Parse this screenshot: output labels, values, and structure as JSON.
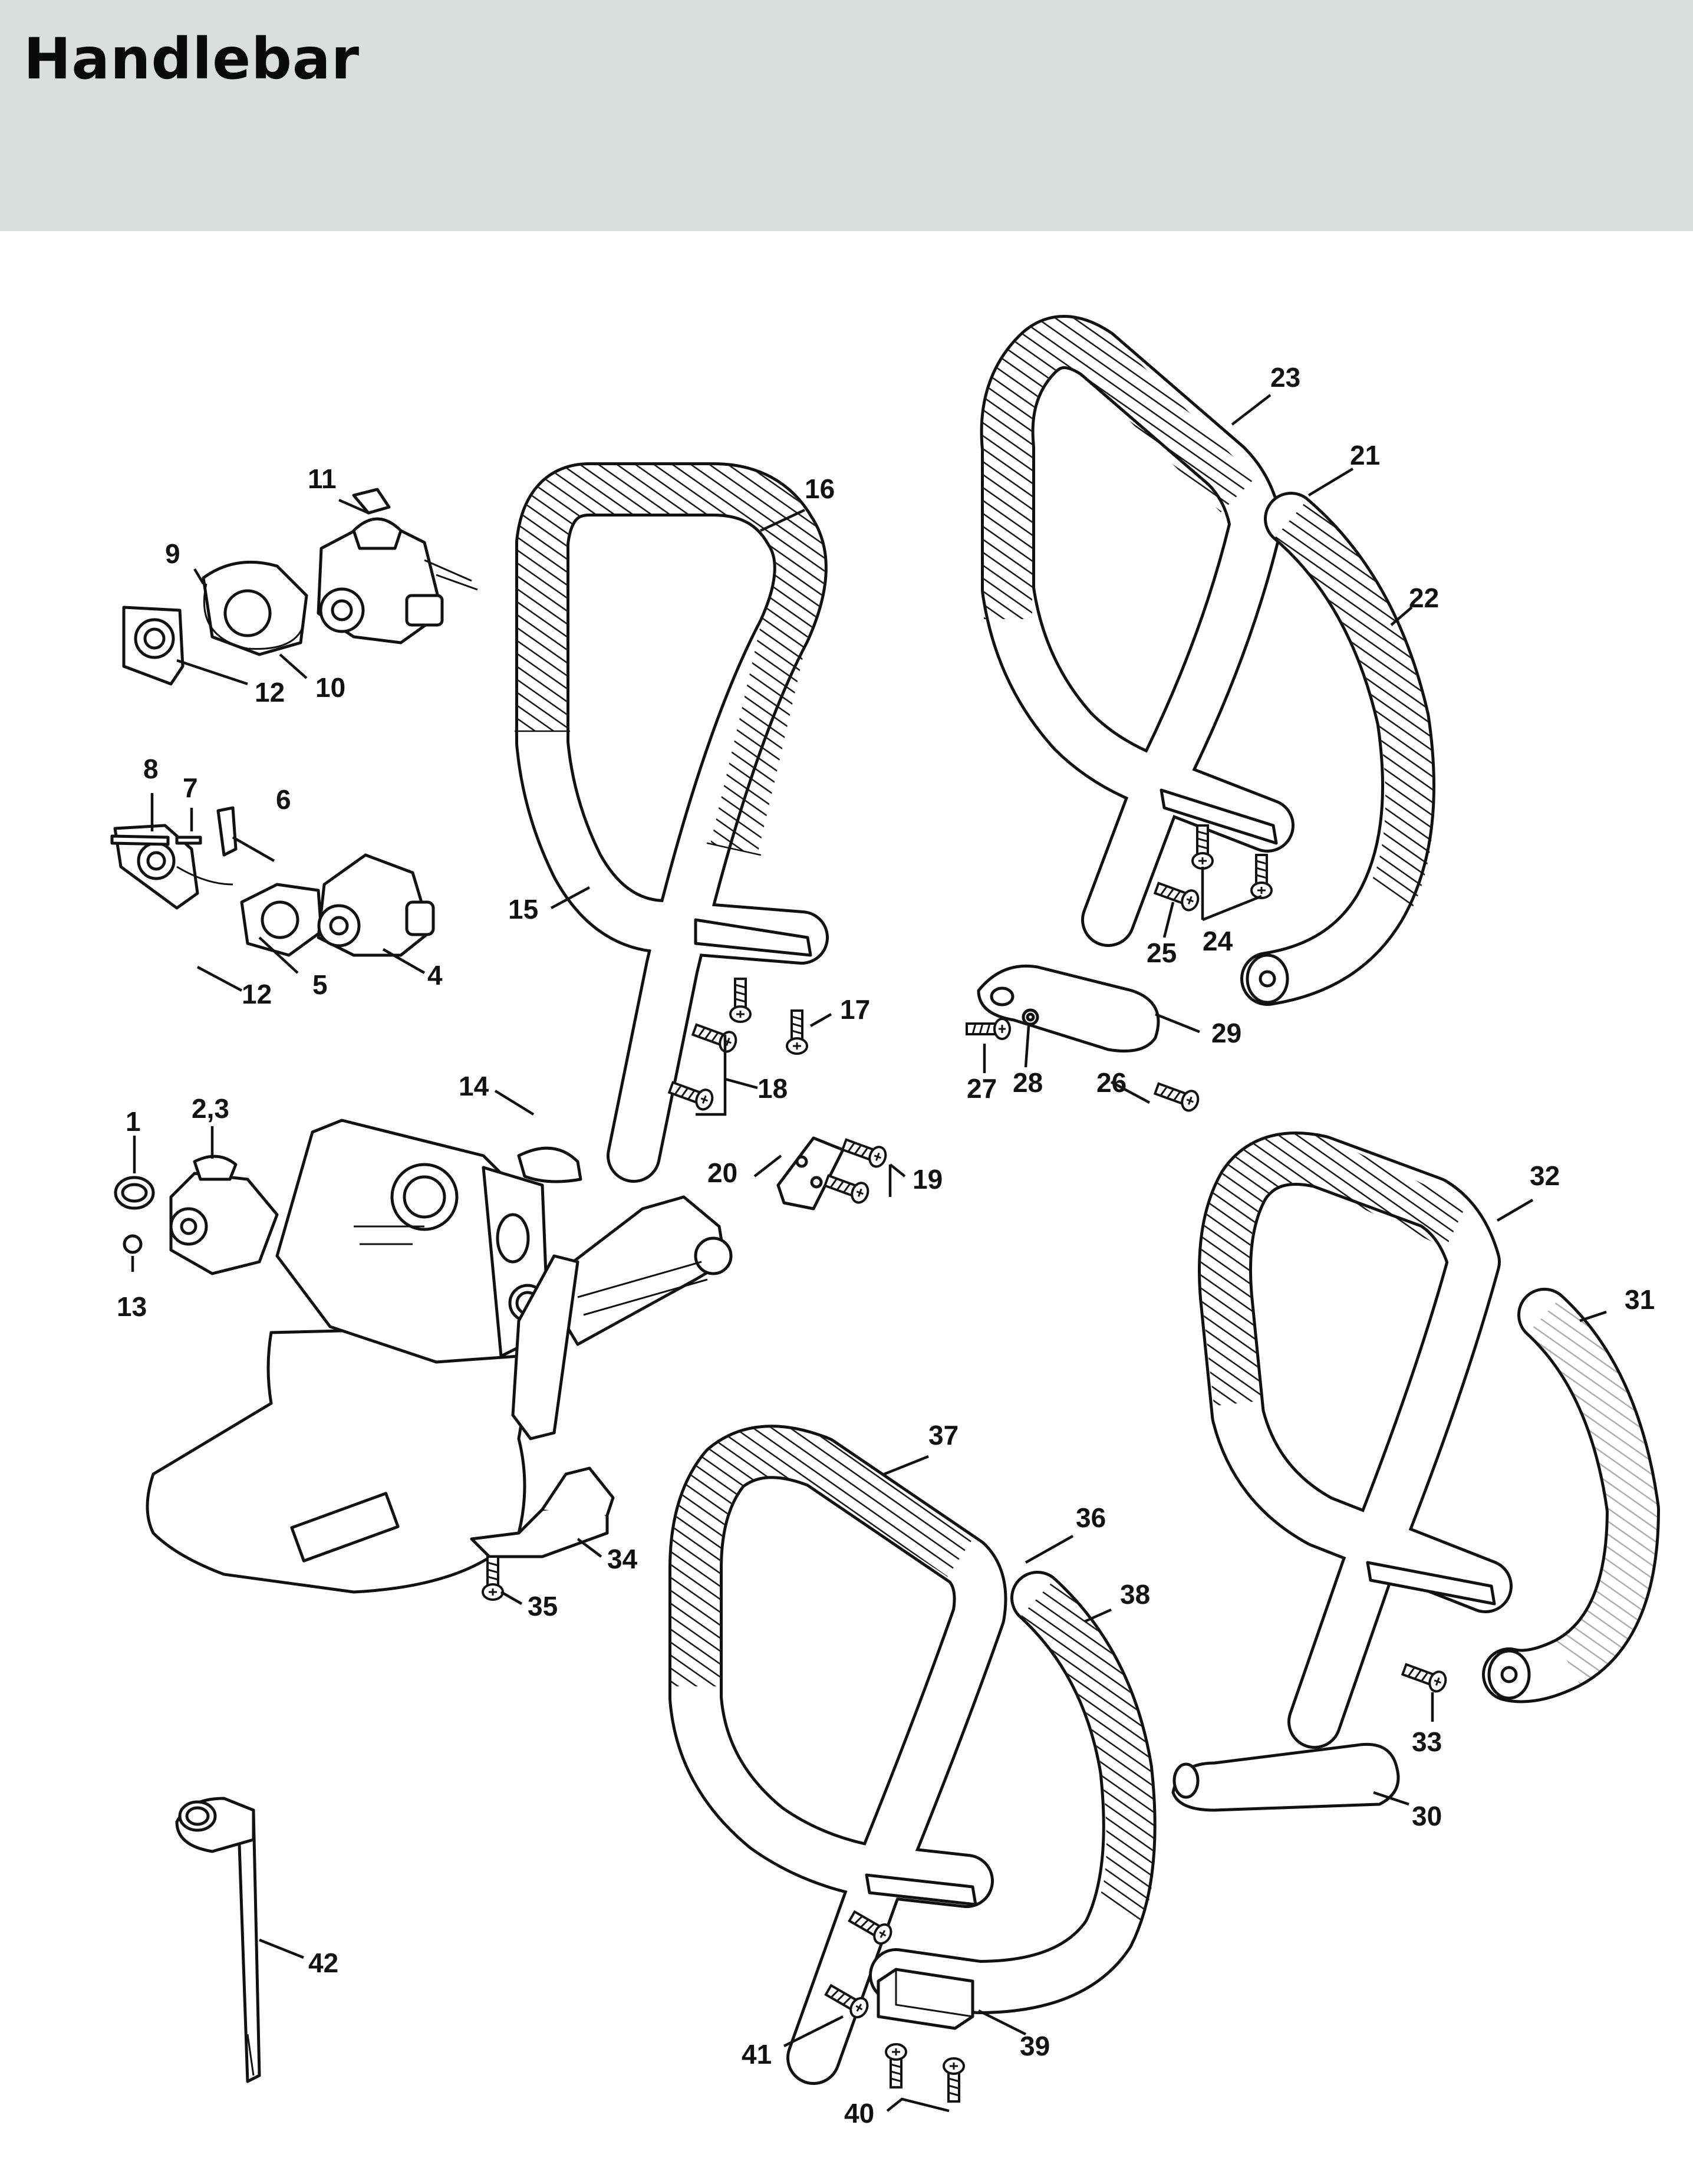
{
  "header": {
    "title": "Handlebar"
  },
  "callouts": {
    "c1": "1",
    "c2_3": "2,3",
    "c4": "4",
    "c5": "5",
    "c6": "6",
    "c7": "7",
    "c8": "8",
    "c9": "9",
    "c10": "10",
    "c11": "11",
    "c12a": "12",
    "c12b": "12",
    "c13": "13",
    "c14": "14",
    "c15": "15",
    "c16": "16",
    "c17": "17",
    "c18": "18",
    "c19": "19",
    "c20": "20",
    "c21": "21",
    "c22": "22",
    "c23": "23",
    "c24": "24",
    "c25": "25",
    "c26": "26",
    "c27": "27",
    "c28": "28",
    "c29": "29",
    "c30": "30",
    "c31": "31",
    "c32": "32",
    "c33": "33",
    "c34": "34",
    "c35": "35",
    "c36": "36",
    "c37": "37",
    "c38": "38",
    "c39": "39",
    "c40": "40",
    "c41": "41",
    "c42": "42"
  }
}
